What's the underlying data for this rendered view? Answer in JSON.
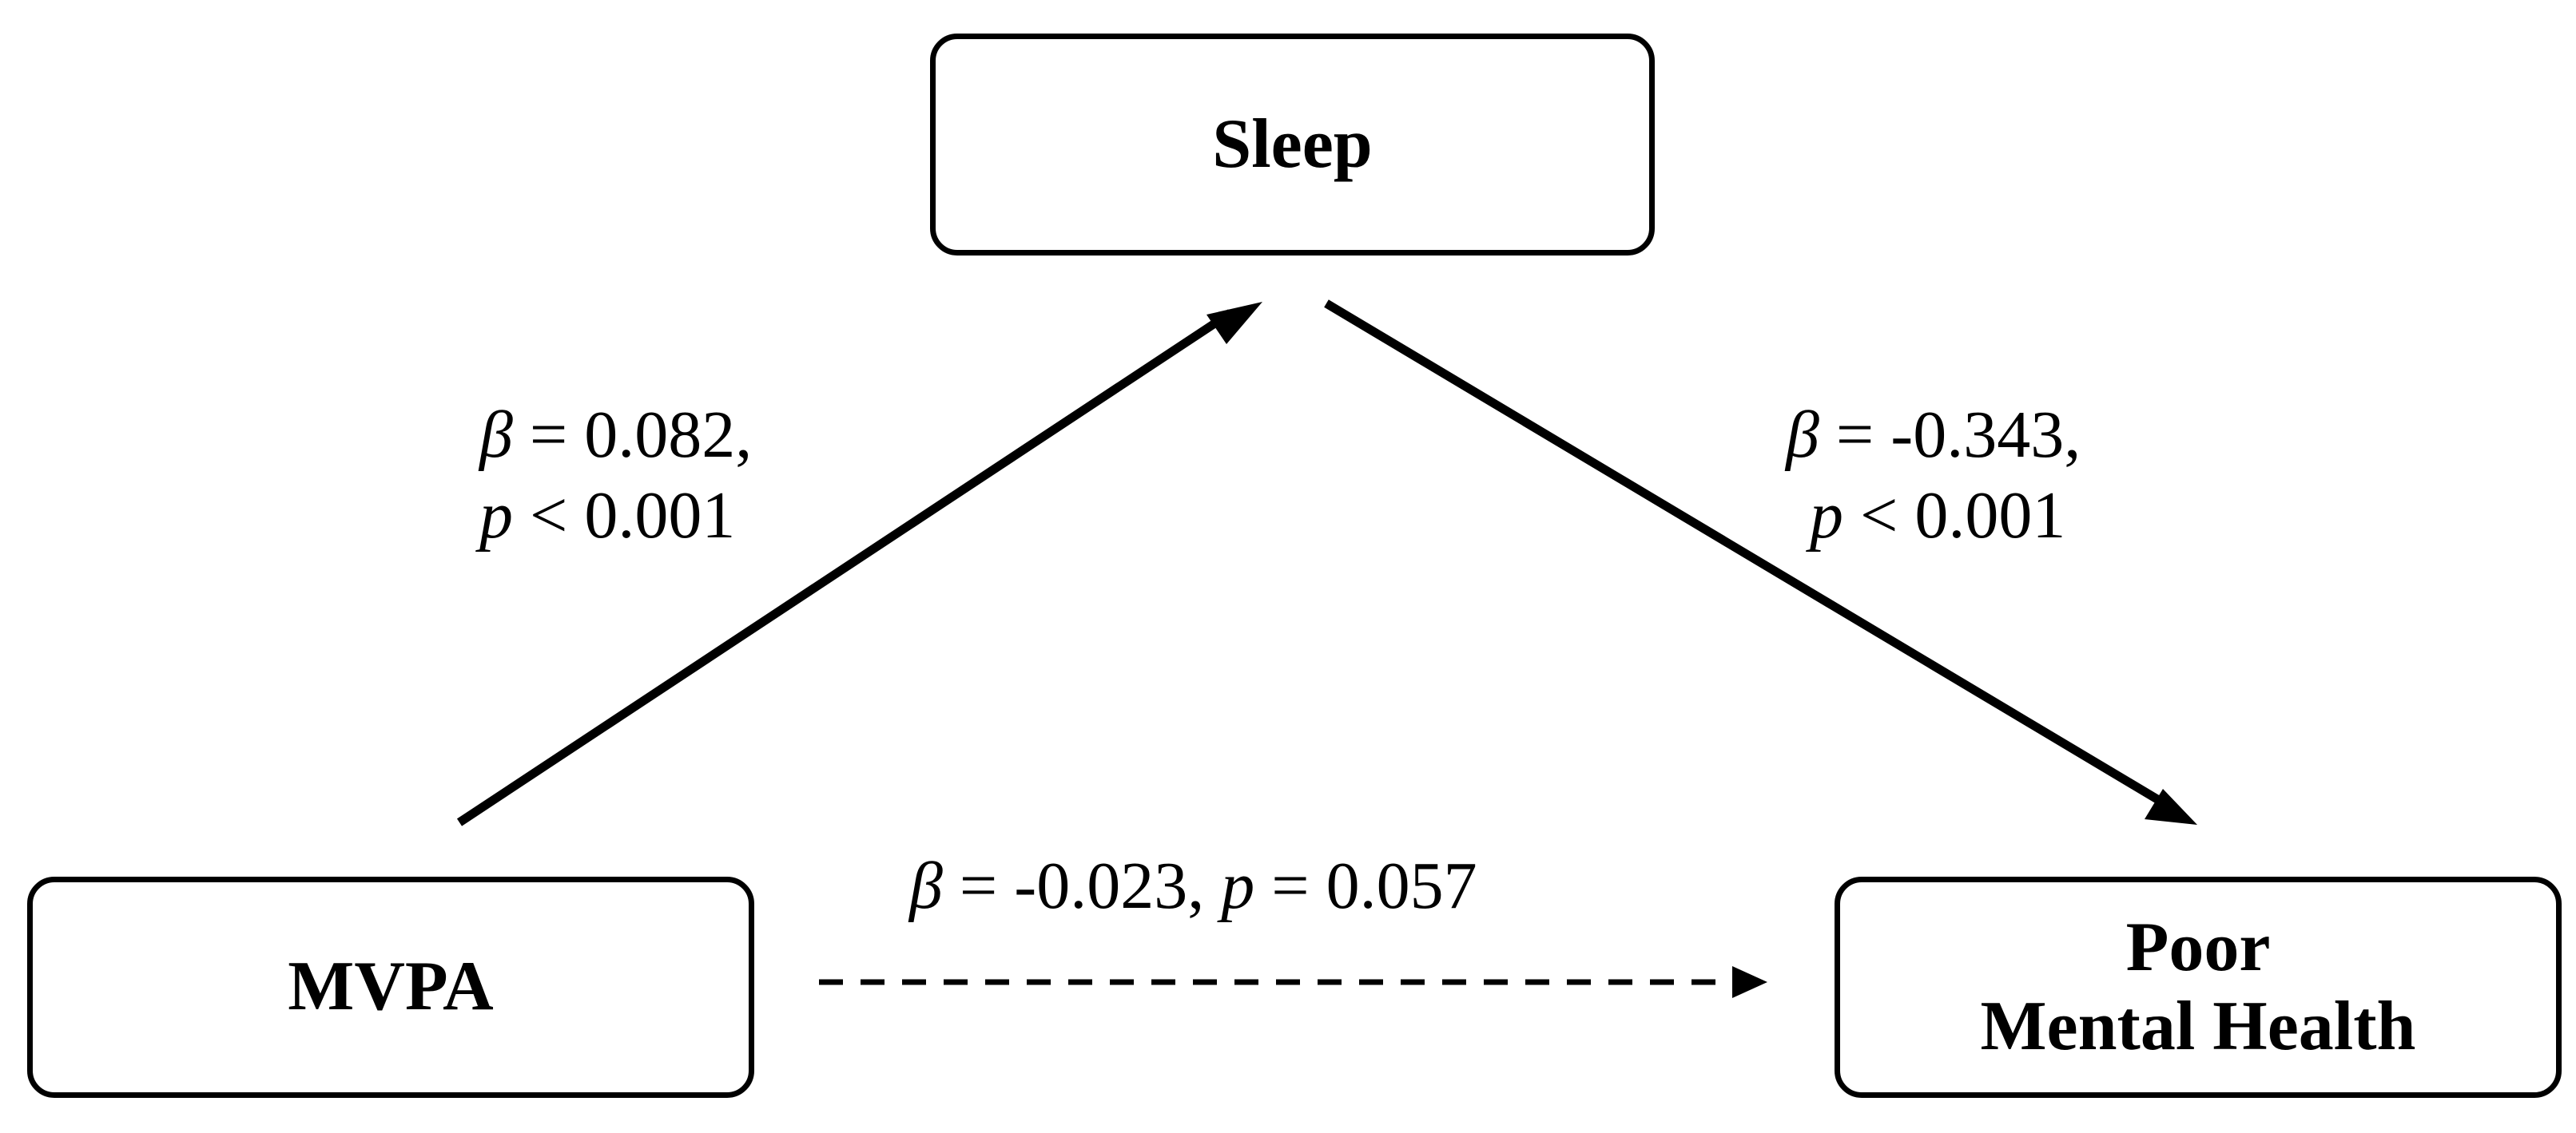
{
  "nodes": {
    "sleep": "Sleep",
    "mvpa": "MVPA",
    "poor_mental_health": [
      "Poor",
      "Mental Health"
    ]
  },
  "paths": {
    "mvpa_to_sleep": {
      "line1": {
        "symbol": "β",
        "relation": " = 0.082,"
      },
      "line2": {
        "symbol": "p",
        "relation": " < 0.001"
      },
      "style": "solid"
    },
    "sleep_to_mental_health": {
      "line1": {
        "symbol": "β",
        "relation": " = -0.343,"
      },
      "line2": {
        "symbol": "p",
        "relation": " < 0.001"
      },
      "style": "solid"
    },
    "mvpa_to_mental_health": {
      "beta_symbol": "β",
      "beta_relation": " = -0.023, ",
      "p_symbol": "p",
      "p_relation": " = 0.057",
      "style": "dashed"
    }
  },
  "colors": {
    "stroke": "#000000",
    "background": "#ffffff"
  }
}
